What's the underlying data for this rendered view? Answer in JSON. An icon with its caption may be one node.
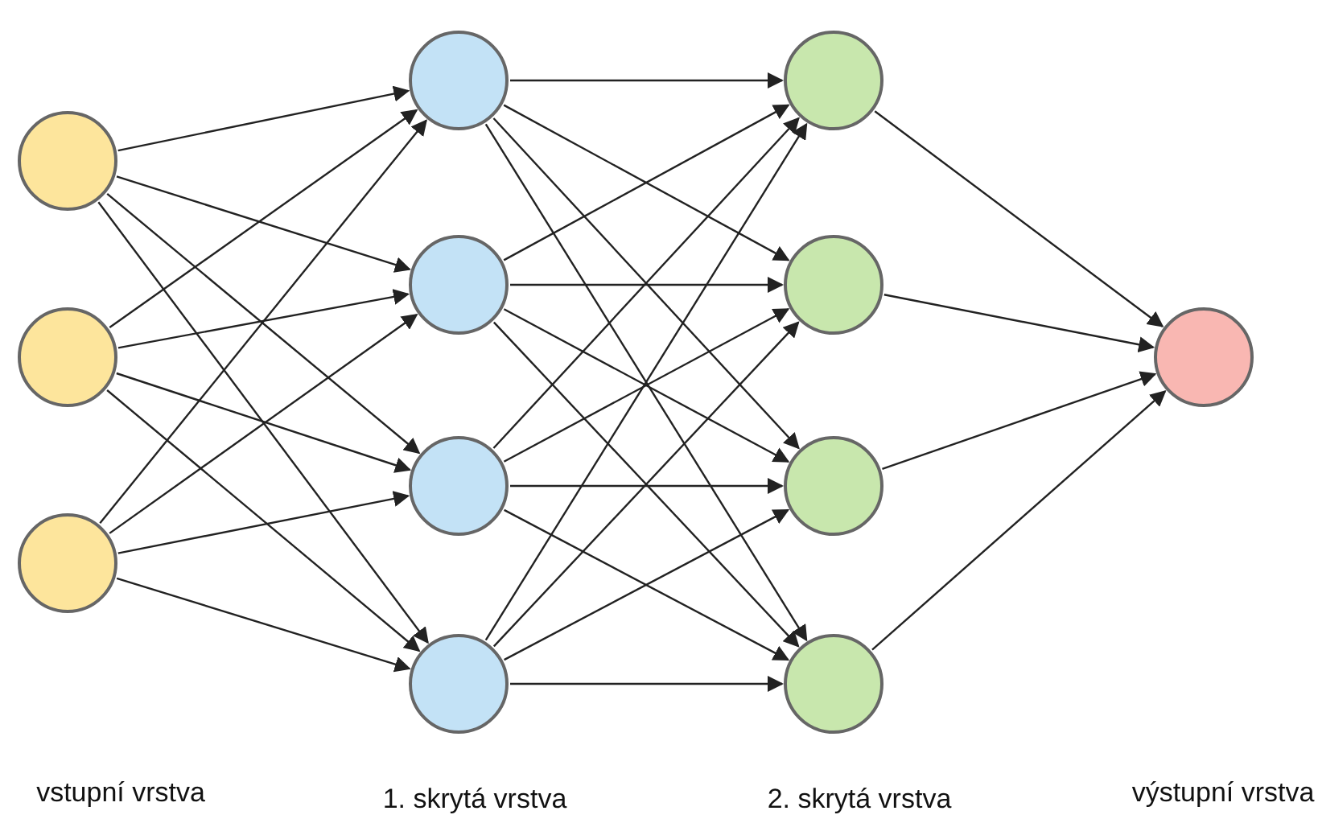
{
  "diagram": {
    "nodes": [
      {
        "text": [],
        "shape": "circle"
      },
      {
        "text": [],
        "shape": "circle"
      },
      {
        "text": [],
        "shape": "circle"
      },
      {
        "text": [],
        "shape": "circle"
      },
      {
        "text": [],
        "shape": "circle"
      },
      {
        "text": [],
        "shape": "circle"
      },
      {
        "text": [],
        "shape": "circle"
      },
      {
        "text": [],
        "shape": "circle"
      },
      {
        "text": [],
        "shape": "circle"
      },
      {
        "text": [],
        "shape": "circle"
      },
      {
        "text": [],
        "shape": "circle"
      },
      {
        "text": [],
        "shape": "circle"
      }
    ],
    "edges": [
      {
        "from": 0,
        "to": 3,
        "arrow": "to"
      },
      {
        "from": 0,
        "to": 4,
        "arrow": "to"
      },
      {
        "from": 0,
        "to": 5,
        "arrow": "to"
      },
      {
        "from": 0,
        "to": 6,
        "arrow": "to"
      },
      {
        "from": 1,
        "to": 3,
        "arrow": "to"
      },
      {
        "from": 1,
        "to": 4,
        "arrow": "to"
      },
      {
        "from": 1,
        "to": 5,
        "arrow": "to"
      },
      {
        "from": 1,
        "to": 6,
        "arrow": "to"
      },
      {
        "from": 2,
        "to": 3,
        "arrow": "to"
      },
      {
        "from": 2,
        "to": 4,
        "arrow": "to"
      },
      {
        "from": 2,
        "to": 5,
        "arrow": "to"
      },
      {
        "from": 2,
        "to": 6,
        "arrow": "to"
      },
      {
        "from": 3,
        "to": 7,
        "arrow": "to"
      },
      {
        "from": 3,
        "to": 8,
        "arrow": "to"
      },
      {
        "from": 3,
        "to": 9,
        "arrow": "to"
      },
      {
        "from": 3,
        "to": 10,
        "arrow": "to"
      },
      {
        "from": 4,
        "to": 7,
        "arrow": "to"
      },
      {
        "from": 4,
        "to": 8,
        "arrow": "to"
      },
      {
        "from": 4,
        "to": 9,
        "arrow": "to"
      },
      {
        "from": 4,
        "to": 10,
        "arrow": "to"
      },
      {
        "from": 5,
        "to": 7,
        "arrow": "to"
      },
      {
        "from": 5,
        "to": 8,
        "arrow": "to"
      },
      {
        "from": 5,
        "to": 9,
        "arrow": "to"
      },
      {
        "from": 5,
        "to": 10,
        "arrow": "to"
      },
      {
        "from": 6,
        "to": 7,
        "arrow": "to"
      },
      {
        "from": 6,
        "to": 8,
        "arrow": "to"
      },
      {
        "from": 6,
        "to": 9,
        "arrow": "to"
      },
      {
        "from": 6,
        "to": 10,
        "arrow": "to"
      },
      {
        "from": 7,
        "to": 11,
        "arrow": "to"
      },
      {
        "from": 8,
        "to": 11,
        "arrow": "to"
      },
      {
        "from": 9,
        "to": 11,
        "arrow": "to"
      },
      {
        "from": 10,
        "to": 11,
        "arrow": "to"
      }
    ],
    "labels": [
      "vstupní vrstva",
      "1. skrytá vrstva",
      "2. skrytá vrstva",
      "výstupní vrstva"
    ]
  }
}
